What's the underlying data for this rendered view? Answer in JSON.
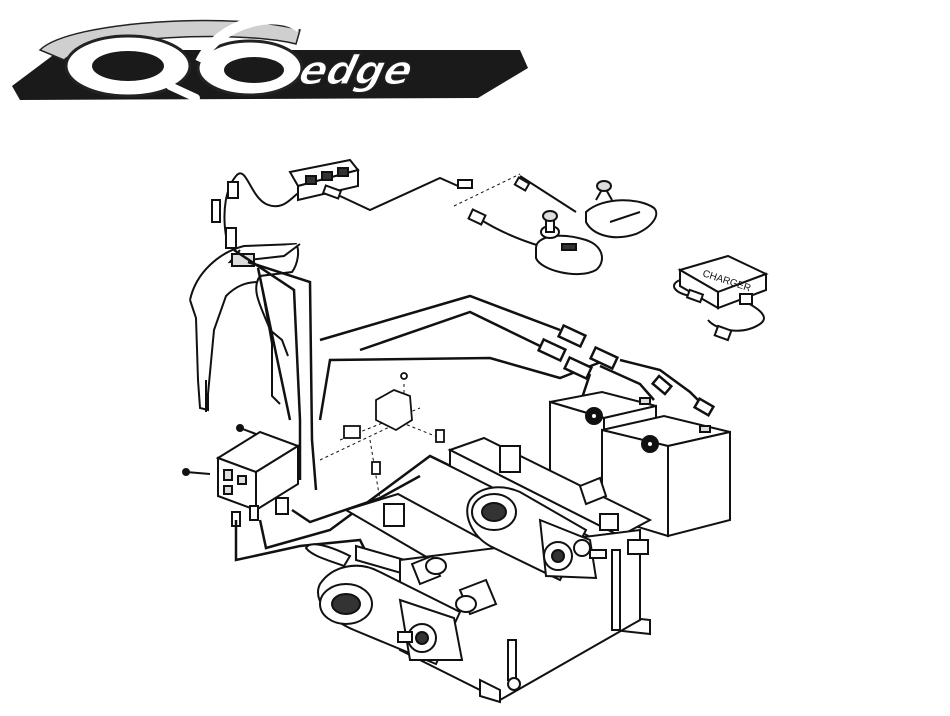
{
  "logo": {
    "brand_main": "Q6",
    "brand_sub": "edge",
    "colors": {
      "banner": "#1a1a1a",
      "swoosh": "#cfcfcf",
      "letter_fill": "#ffffff"
    }
  },
  "labels": {
    "charger": "CHARGER"
  },
  "colors": {
    "line": "#111111",
    "fill": "#ffffff",
    "shade": "#d9d9d9"
  },
  "components": [
    "logo-banner",
    "joystick-controller",
    "controller-module",
    "battery-charger",
    "battery-left",
    "battery-right",
    "drive-motor-left",
    "drive-motor-right",
    "seat-frame-bracket",
    "base-frame",
    "wiring-harness"
  ]
}
